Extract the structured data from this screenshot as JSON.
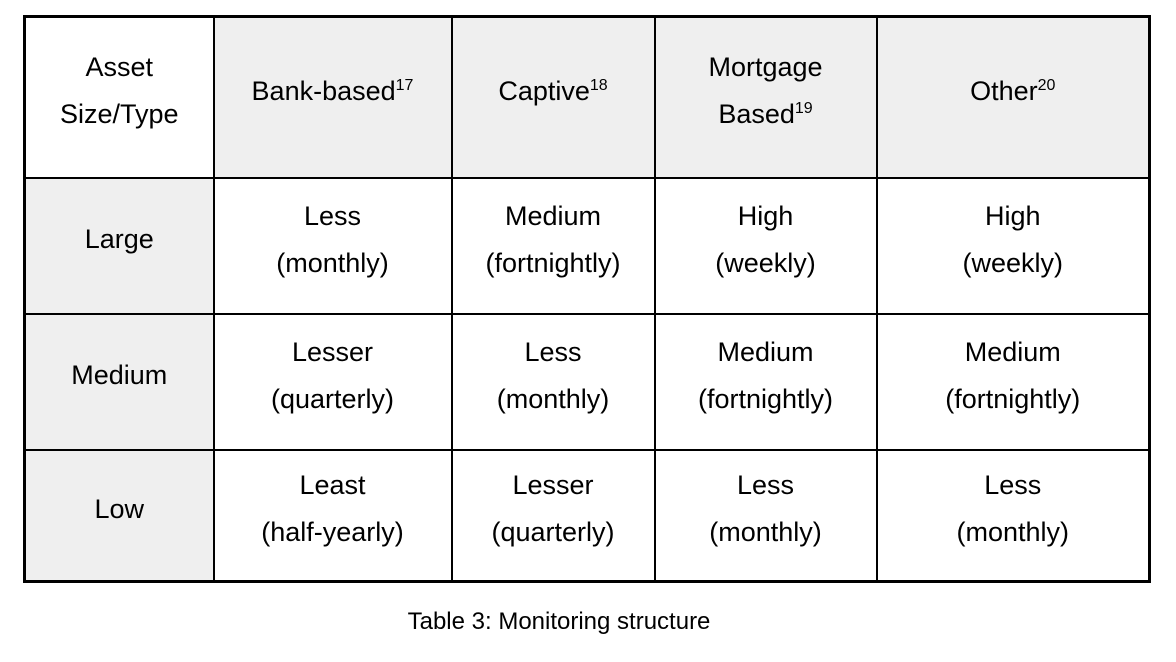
{
  "table": {
    "corner": {
      "line1": "Asset",
      "line2": "Size/Type"
    },
    "columns": [
      {
        "label": "Bank-based",
        "footnote": "17"
      },
      {
        "label": "Captive",
        "footnote": "18"
      },
      {
        "line1": "Mortgage",
        "line2": "Based",
        "footnote": "19"
      },
      {
        "label": "Other",
        "footnote": "20"
      }
    ],
    "rows": [
      {
        "label": "Large",
        "cells": [
          {
            "value": "Less",
            "frequency": "(monthly)"
          },
          {
            "value": "Medium",
            "frequency": "(fortnightly)"
          },
          {
            "value": "High",
            "frequency": "(weekly)"
          },
          {
            "value": "High",
            "frequency": "(weekly)"
          }
        ]
      },
      {
        "label": "Medium",
        "cells": [
          {
            "value": "Lesser",
            "frequency": "(quarterly)"
          },
          {
            "value": "Less",
            "frequency": "(monthly)"
          },
          {
            "value": "Medium",
            "frequency": "(fortnightly)"
          },
          {
            "value": "Medium",
            "frequency": "(fortnightly)"
          }
        ]
      },
      {
        "label": "Low",
        "cells": [
          {
            "value": "Least",
            "frequency": "(half-yearly)"
          },
          {
            "value": "Lesser",
            "frequency": "(quarterly)"
          },
          {
            "value": "Less",
            "frequency": "(monthly)"
          },
          {
            "value": "Less",
            "frequency": "(monthly)"
          }
        ]
      }
    ]
  },
  "caption": "Table 3: Monitoring structure",
  "colors": {
    "header_bg": "#efefef",
    "cell_bg": "#ffffff",
    "border": "#000000",
    "text": "#000000"
  }
}
